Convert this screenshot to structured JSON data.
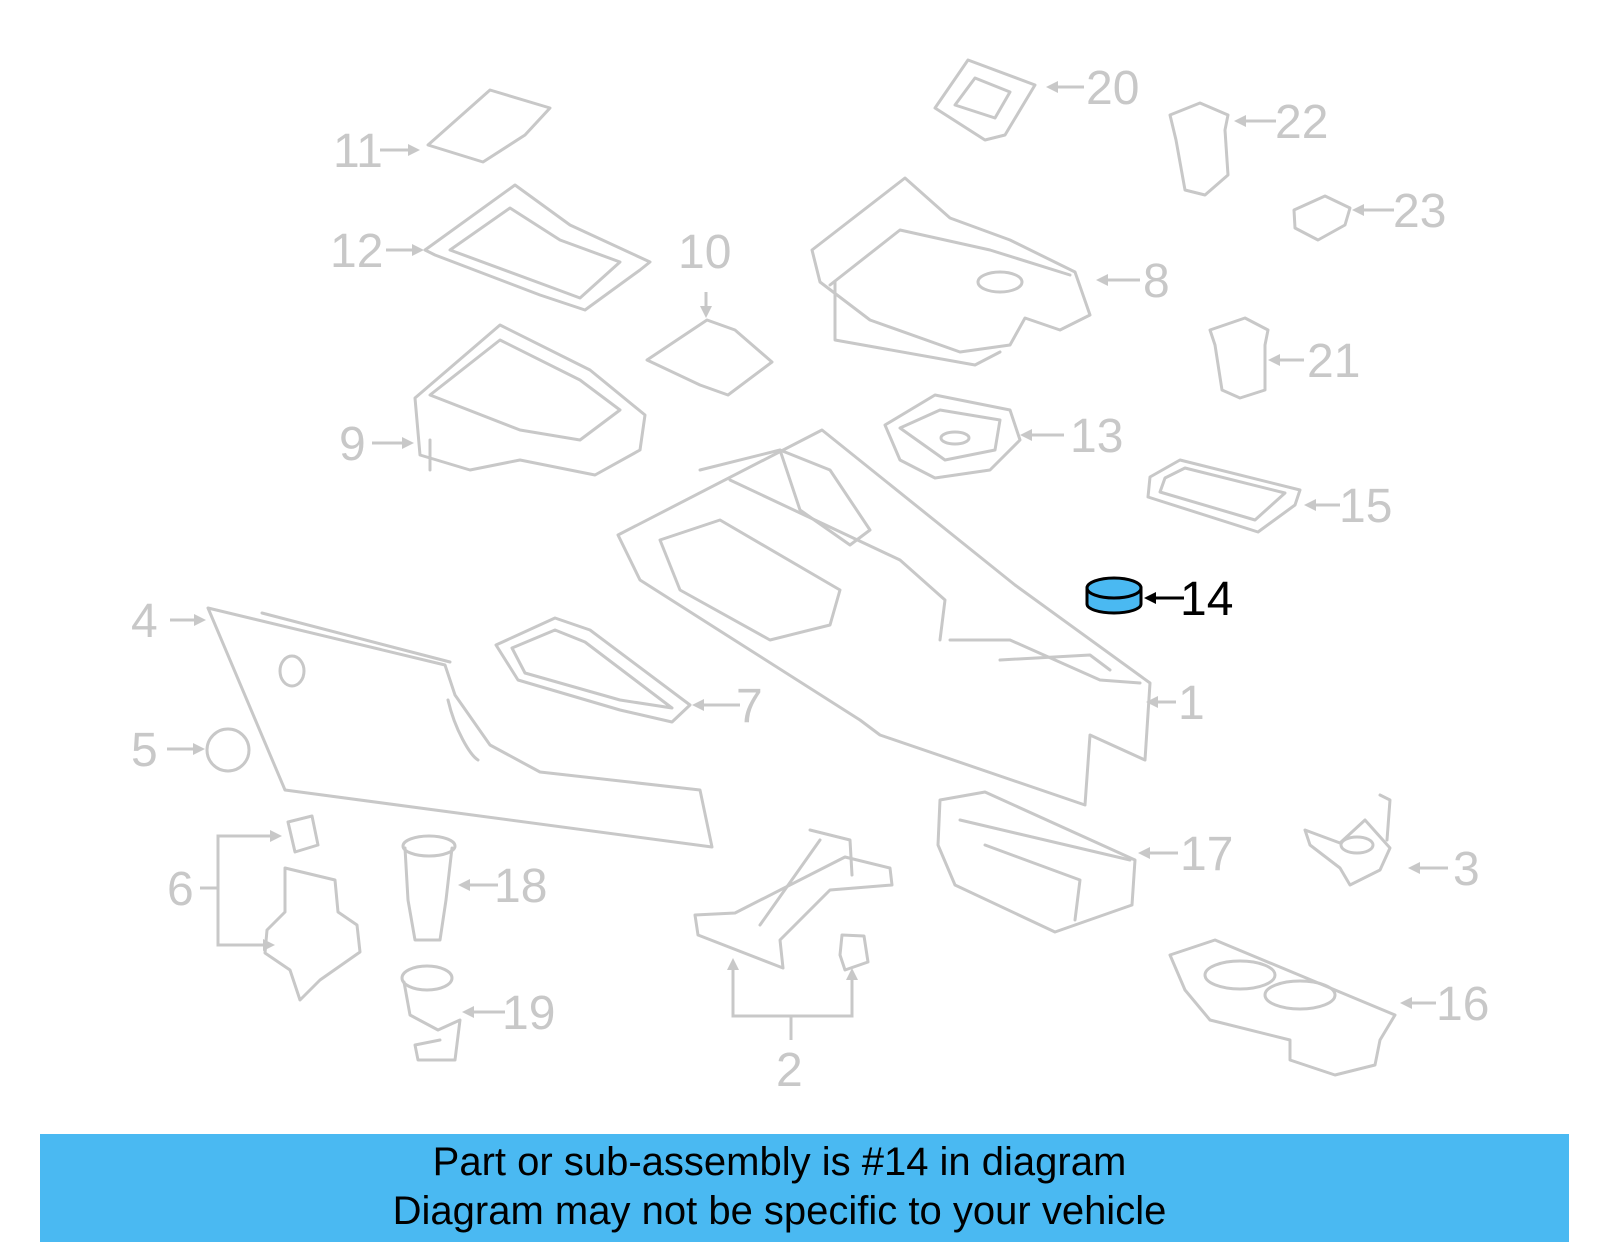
{
  "diagram": {
    "callouts": {
      "c1": "1",
      "c2": "2",
      "c3": "3",
      "c4": "4",
      "c5": "5",
      "c6": "6",
      "c7": "7",
      "c8": "8",
      "c9": "9",
      "c10": "10",
      "c11": "11",
      "c12": "12",
      "c13": "13",
      "c14": "14",
      "c15": "15",
      "c16": "16",
      "c17": "17",
      "c18": "18",
      "c19": "19",
      "c20": "20",
      "c21": "21",
      "c22": "22",
      "c23": "23"
    },
    "highlight_color": "#4ab9f2",
    "part_line_color": "#c8c8c8"
  },
  "banner": {
    "line1": "Part or sub-assembly is #14 in diagram",
    "line2": "Diagram may not be specific to your vehicle",
    "background": "#4ab9f2"
  }
}
